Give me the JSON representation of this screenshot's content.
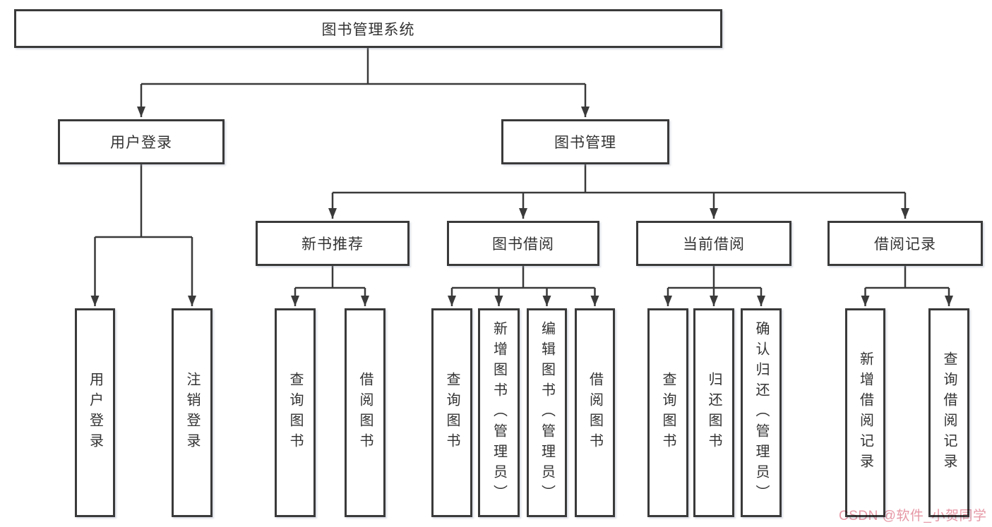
{
  "diagram": {
    "title": "图书管理系统",
    "type": "hierarchy-tree",
    "colors": {
      "line": "#3a3a3a",
      "box_border": "#3a3a3a",
      "text": "#333333",
      "background": "#ffffff",
      "watermark": "#e698a6"
    },
    "tree": {
      "root": {
        "label": "图书管理系统",
        "children": [
          {
            "label": "用户登录",
            "children": [
              {
                "label": "用户登录"
              },
              {
                "label": "注销登录"
              }
            ]
          },
          {
            "label": "图书管理",
            "children": [
              {
                "label": "新书推荐",
                "children": [
                  {
                    "label": "查询图书"
                  },
                  {
                    "label": "借阅图书"
                  }
                ]
              },
              {
                "label": "图书借阅",
                "children": [
                  {
                    "label": "查询图书"
                  },
                  {
                    "label": "新增图书（管理员）"
                  },
                  {
                    "label": "编辑图书（管理员）"
                  },
                  {
                    "label": "借阅图书"
                  }
                ]
              },
              {
                "label": "当前借阅",
                "children": [
                  {
                    "label": "查询图书"
                  },
                  {
                    "label": "归还图书"
                  },
                  {
                    "label": "确认归还（管理员）"
                  }
                ]
              },
              {
                "label": "借阅记录",
                "children": [
                  {
                    "label": "新增借阅记录"
                  },
                  {
                    "label": "查询借阅记录"
                  }
                ]
              }
            ]
          }
        ]
      }
    }
  },
  "watermark": {
    "text": "CSDN @软件_小贺同学"
  }
}
